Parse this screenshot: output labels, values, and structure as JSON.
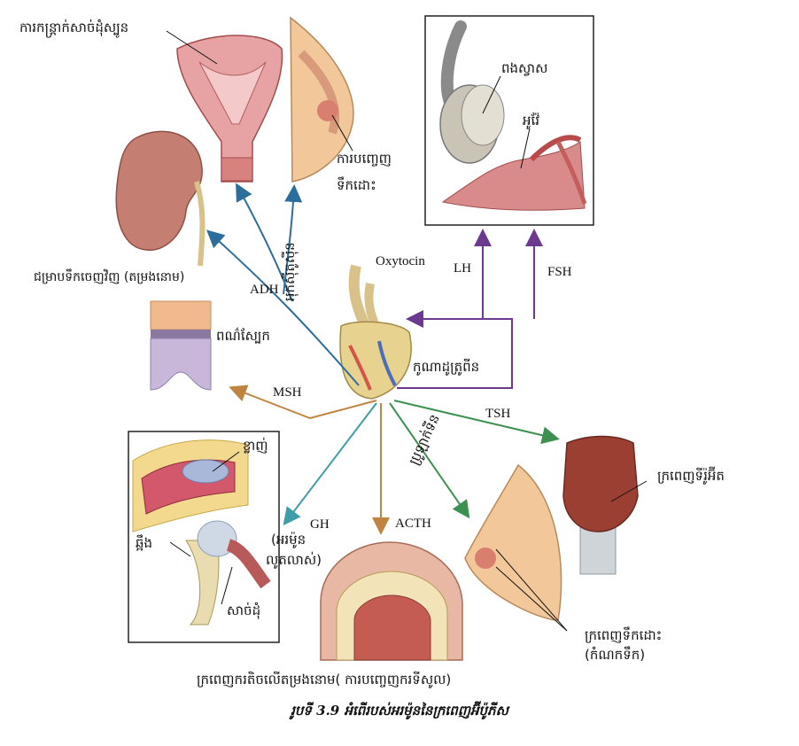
{
  "labels": {
    "uterus_muscle": "ការកន្ត្រាក់សាច់ដុំស្បូន",
    "milk_ejection": "ការបញ្ចេញ",
    "milk_ejection_2": "ទឹកដោះ",
    "oxytocin_kh": "អុកស៊ីតូស៊ីន",
    "oxytocin": "Oxytocin",
    "testis": "ពងស្វាស",
    "ovary": "អូវ៉ែ",
    "lh": "LH",
    "fsh": "FSH",
    "adh": "ADH",
    "kidney": "ជម្រាបទឹកចេញវិញ (តម្រងនោម)",
    "skin_color": "ពណ៌ស្បែក",
    "msh": "MSH",
    "gonadotropin": "កូណាដូត្រូពីន",
    "tsh": "TSH",
    "prolactin": "ប្រូឡាក់ទីន",
    "thyroid": "ក្រពេញទីរ៉ូអ៊ីត",
    "fat": "ខ្លាញ់",
    "bone": "ឆ្អឹង",
    "muscle": "សាច់ដុំ",
    "gh": "GH",
    "growth_hormone": "(អរម៉ូន",
    "growth_hormone_2": "លូតលាស់)",
    "acth": "ACTH",
    "mammary": "ក្រពេញទឹកដោះ",
    "mammary_2": "(កំណកទឹក)",
    "adrenal": "ក្រពេញករតិចលើតម្រងនោម( ការបញ្ចេញករទីសូល)"
  },
  "caption": "រូបទី 3.9  អំពើរបស់អរម៉ូននៃក្រពេញអ៊ីប៉ូភីស",
  "colors": {
    "blue": "#2c6e9b",
    "purple": "#6b3a8f",
    "orange": "#c08340",
    "green": "#3d9150",
    "teal": "#3e9da8"
  }
}
